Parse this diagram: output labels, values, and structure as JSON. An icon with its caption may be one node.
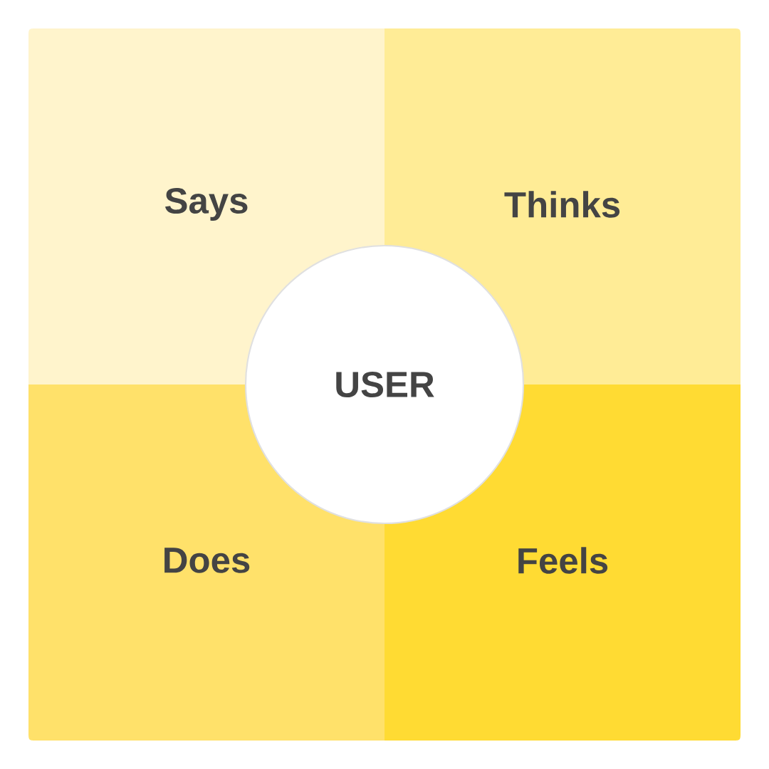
{
  "diagram": {
    "nodes": [
      {
        "text": [
          "Says"
        ]
      },
      {
        "text": [
          "Thinks"
        ]
      },
      {
        "text": [
          "USER"
        ]
      },
      {
        "text": [
          "Does"
        ]
      },
      {
        "text": [
          "Feels"
        ]
      }
    ]
  }
}
